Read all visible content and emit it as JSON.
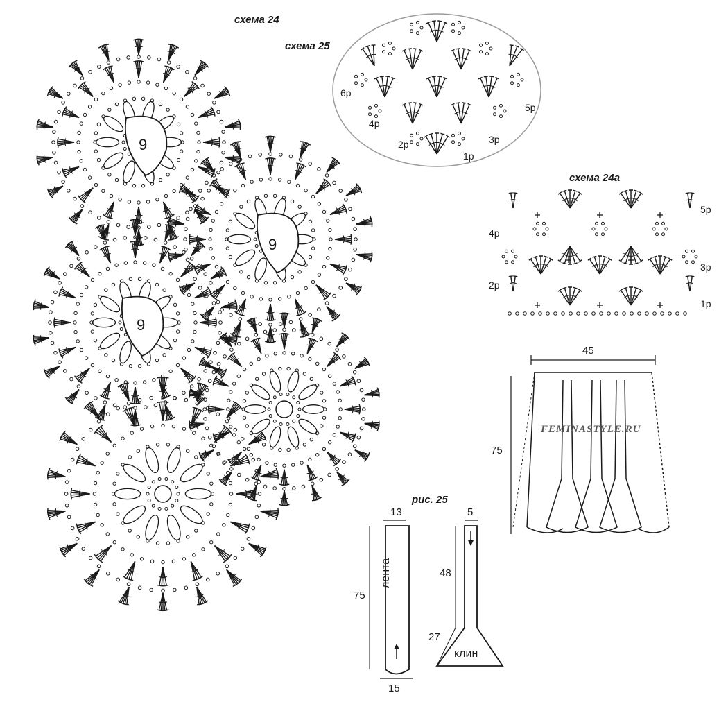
{
  "titles": {
    "scheme24": "схема 24",
    "scheme25": "схема 25",
    "scheme24a": "схема 24а",
    "fig25": "рис. 25"
  },
  "motif_label": "9",
  "scheme25_rows": [
    "6р",
    "5р",
    "4р",
    "3р",
    "2р",
    "1р"
  ],
  "scheme24a_rows": [
    "5р",
    "4р",
    "3р",
    "2р",
    "1р"
  ],
  "skirt": {
    "width": "45",
    "length": "75",
    "watermark": "FEMINASTYLE.RU"
  },
  "ribbon": {
    "top": "13",
    "length": "75",
    "bottom": "15",
    "name": "лента"
  },
  "gusset": {
    "top": "5",
    "length": "48",
    "flare": "27",
    "name": "клин"
  },
  "colors": {
    "ink": "#1a1a1a",
    "oval": "#9a9a9a",
    "background": "#ffffff"
  }
}
